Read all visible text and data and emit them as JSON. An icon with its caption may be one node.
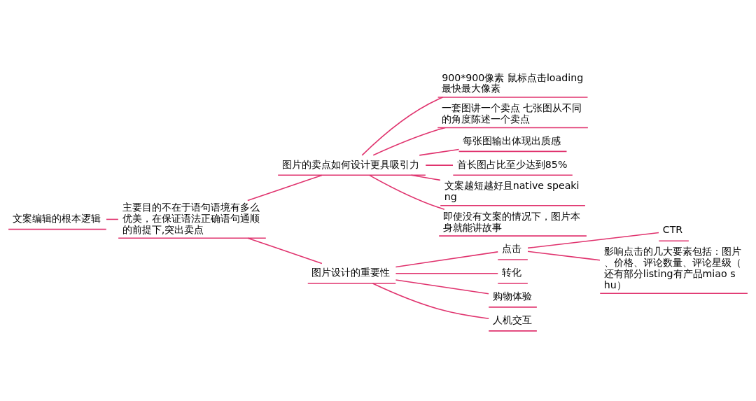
{
  "diagram": {
    "nodes": [
      {
        "text": [
          "文案编辑的根本逻辑"
        ]
      },
      {
        "text": [
          "主要目的不在于语句语境有多么优美，在保证语法正确语句通顺的前提下,突出卖点"
        ]
      },
      {
        "text": [
          "图片的卖点如何设计更具吸引力"
        ]
      },
      {
        "text": [
          "900*900像素 鼠标点击loading最快最大像素"
        ]
      },
      {
        "text": [
          "一套图讲一个卖点 七张图从不同的角度陈述一个卖点"
        ]
      },
      {
        "text": [
          "每张图输出体现出质感"
        ]
      },
      {
        "text": [
          "首长图占比至少达到85%"
        ]
      },
      {
        "text": [
          "文案越短越好且native speaking"
        ]
      },
      {
        "text": [
          "即使没有文案的情况下，图片本身就能讲故事"
        ]
      },
      {
        "text": [
          "图片设计的重要性"
        ]
      },
      {
        "text": [
          "点击"
        ]
      },
      {
        "text": [
          "CTR"
        ]
      },
      {
        "text": [
          "影响点击的几大要素包括：图片、价格、评论数量、评论星级（还有部分listing有产品miao shu）"
        ]
      },
      {
        "text": [
          "转化"
        ]
      },
      {
        "text": [
          "购物体验"
        ]
      },
      {
        "text": [
          "人机交互"
        ]
      }
    ],
    "edges": [
      {
        "from": 0,
        "to": 1,
        "arrow": "none"
      },
      {
        "from": 1,
        "to": 2,
        "arrow": "none"
      },
      {
        "from": 2,
        "to": 3,
        "arrow": "none"
      },
      {
        "from": 2,
        "to": 4,
        "arrow": "none"
      },
      {
        "from": 2,
        "to": 5,
        "arrow": "none"
      },
      {
        "from": 2,
        "to": 6,
        "arrow": "none"
      },
      {
        "from": 2,
        "to": 7,
        "arrow": "none"
      },
      {
        "from": 2,
        "to": 8,
        "arrow": "none"
      },
      {
        "from": 1,
        "to": 9,
        "arrow": "none"
      },
      {
        "from": 9,
        "to": 10,
        "arrow": "none"
      },
      {
        "from": 10,
        "to": 11,
        "arrow": "none"
      },
      {
        "from": 10,
        "to": 12,
        "arrow": "none"
      },
      {
        "from": 9,
        "to": 13,
        "arrow": "none"
      },
      {
        "from": 9,
        "to": 14,
        "arrow": "none"
      },
      {
        "from": 9,
        "to": 15,
        "arrow": "none"
      }
    ]
  }
}
